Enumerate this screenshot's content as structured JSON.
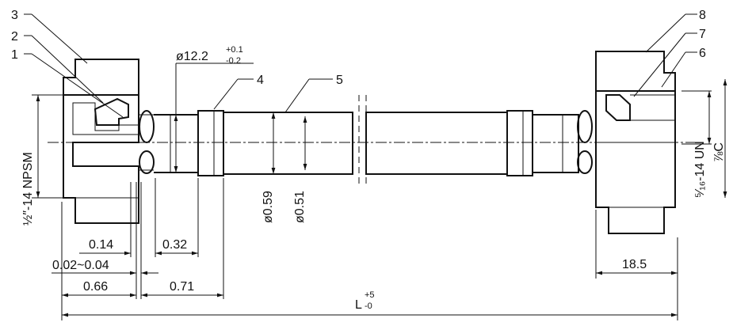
{
  "callouts": [
    "1",
    "2",
    "3",
    "4",
    "5",
    "6",
    "7",
    "8"
  ],
  "dimensions": {
    "d_nut_thread": "½″-14  NPSM",
    "d_fitting_thread": "⁵⁄₁₆-14  UN",
    "d_fitting_size": "⅞C",
    "d_tube_od": "ø12.2",
    "d_tube_tol_plus": "+0.1",
    "d_tube_tol_minus": "-0.2",
    "d_outer_dia": "ø0.59",
    "d_inner_dia": "ø0.51",
    "l_014": "0.14",
    "l_032": "0.32",
    "l_gap": "0.02~0.04",
    "l_066": "0.66",
    "l_071": "0.71",
    "l_185": "18.5",
    "l_total": "L",
    "l_total_plus": "+5",
    "l_total_minus": "-0"
  }
}
